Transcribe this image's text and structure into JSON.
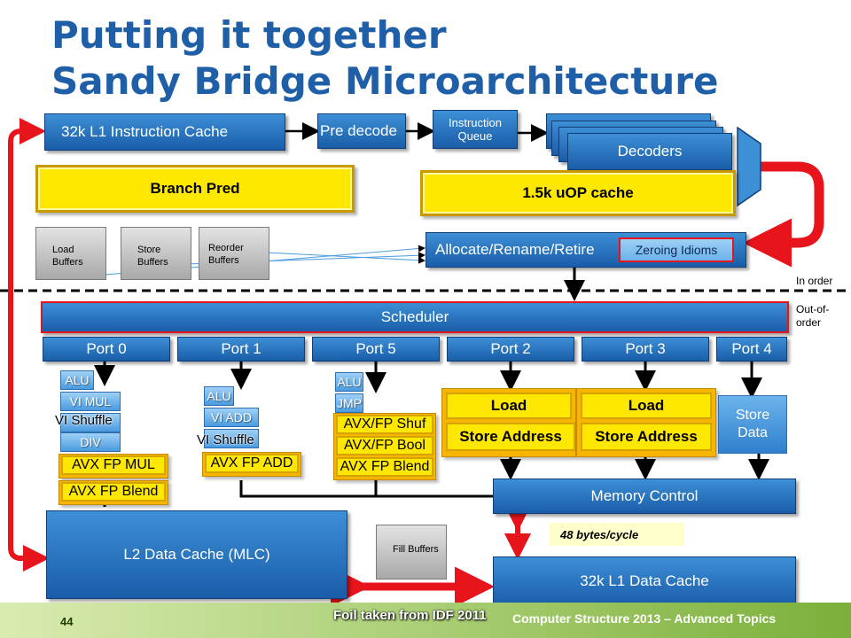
{
  "title": {
    "line1": "Putting it together",
    "line2": "Sandy Bridge Microarchitecture"
  },
  "frontend": {
    "l1_icache": "32k L1 Instruction Cache",
    "pre_decode": "Pre decode",
    "instruction_queue": "Instruction Queue",
    "decoders": "Decoders",
    "branch_pred": "Branch Pred",
    "uop_cache": "1.5k uOP cache"
  },
  "buffers": {
    "load": "Load Buffers",
    "store": "Store Buffers",
    "reorder": "Reorder Buffers",
    "fill": "Fill Buffers"
  },
  "allocate": "Allocate/Rename/Retire",
  "zeroing": "Zeroing Idioms",
  "order": {
    "in": "In order",
    "out": "Out-of-order"
  },
  "scheduler": "Scheduler",
  "ports": {
    "p0": "Port 0",
    "p1": "Port 1",
    "p5": "Port 5",
    "p2": "Port 2",
    "p3": "Port 3",
    "p4": "Port 4"
  },
  "port0_units": {
    "alu": "ALU",
    "vimul": "VI MUL",
    "vishuffle": "VI Shuffle",
    "div": "DIV",
    "avxfpmul": "AVX FP MUL",
    "avxfpblend": "AVX FP Blend"
  },
  "port1_units": {
    "alu": "ALU",
    "viadd": "VI ADD",
    "vishuffle": "VI Shuffle",
    "avxfpadd": "AVX FP ADD"
  },
  "port5_units": {
    "alu": "ALU",
    "jmp": "JMP",
    "avxfpshuf": "AVX/FP Shuf",
    "avxfpbool": "AVX/FP Bool",
    "avxfpblend": "AVX FP Blend"
  },
  "mem_units": {
    "load": "Load",
    "store_address": "Store Address",
    "store_data": "Store Data"
  },
  "memory_control": "Memory Control",
  "bandwidth": "48 bytes/cycle",
  "l2": "L2 Data Cache (MLC)",
  "l1_dcache": "32k L1 Data Cache",
  "footer": {
    "page": "44",
    "foil": "Foil taken from IDF 2011",
    "course": "Computer Structure 2013 – Advanced Topics"
  },
  "colors": {
    "title": "#1f5fa8",
    "block": "#1a5da8",
    "highlight": "#ffe800",
    "arrow_red": "#e8141c"
  }
}
